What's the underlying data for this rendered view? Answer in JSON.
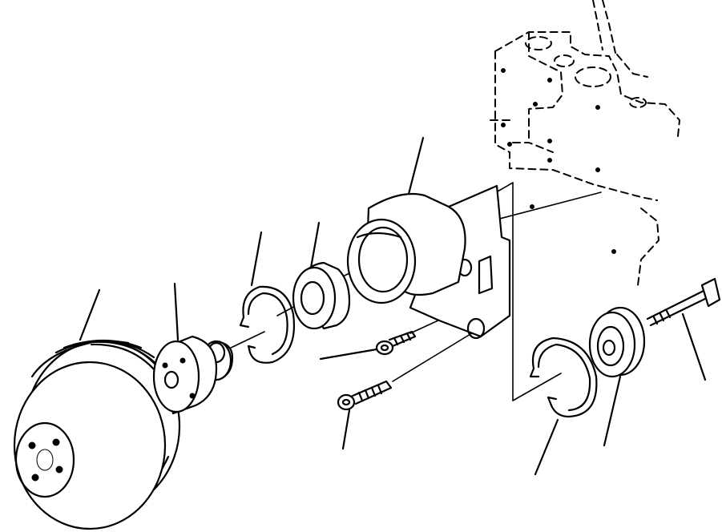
{
  "diagram": {
    "parts": [
      {
        "name": "water-pump-pulley"
      },
      {
        "name": "pulley-hub"
      },
      {
        "name": "snap-ring-small"
      },
      {
        "name": "bearing-spacer"
      },
      {
        "name": "pump-housing"
      },
      {
        "name": "mounting-bolt-short"
      },
      {
        "name": "mounting-bolt-long"
      },
      {
        "name": "snap-ring-large"
      },
      {
        "name": "idler-pulley"
      },
      {
        "name": "idler-bolt"
      },
      {
        "name": "engine-block-phantom"
      }
    ],
    "leader_count": 10
  }
}
